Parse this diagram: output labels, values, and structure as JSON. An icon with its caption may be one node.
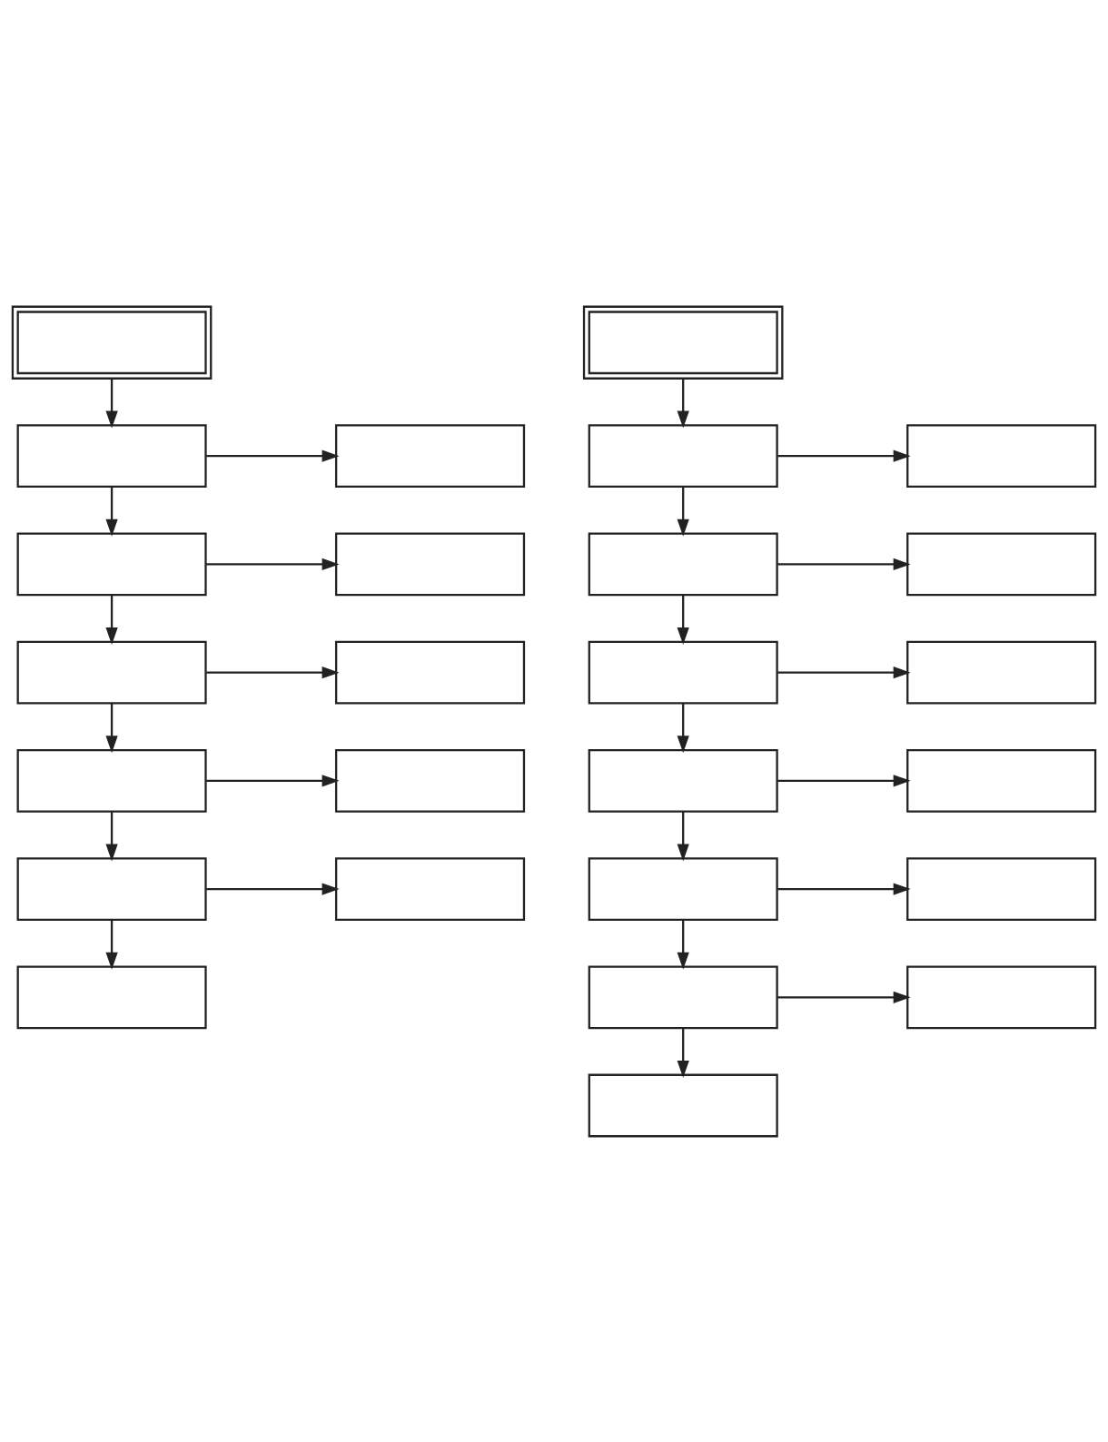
{
  "diagram": {
    "nodes": [
      {
        "text": [],
        "shape": "box"
      },
      {
        "text": [],
        "shape": "box"
      },
      {
        "text": [],
        "shape": "box"
      },
      {
        "text": [],
        "shape": "box"
      },
      {
        "text": [],
        "shape": "box"
      },
      {
        "text": [],
        "shape": "box"
      },
      {
        "text": [],
        "shape": "box"
      },
      {
        "text": [],
        "shape": "box"
      },
      {
        "text": [],
        "shape": "box"
      },
      {
        "text": [],
        "shape": "box"
      },
      {
        "text": [],
        "shape": "box"
      },
      {
        "text": [],
        "shape": "box"
      },
      {
        "text": [],
        "shape": "box"
      },
      {
        "text": [],
        "shape": "box"
      },
      {
        "text": [],
        "shape": "box"
      },
      {
        "text": [],
        "shape": "box"
      },
      {
        "text": [],
        "shape": "box"
      },
      {
        "text": [],
        "shape": "box"
      },
      {
        "text": [],
        "shape": "box"
      },
      {
        "text": [],
        "shape": "box"
      },
      {
        "text": [],
        "shape": "box"
      },
      {
        "text": [],
        "shape": "box"
      },
      {
        "text": [],
        "shape": "box"
      },
      {
        "text": [],
        "shape": "box"
      },
      {
        "text": [],
        "shape": "box"
      },
      {
        "text": [],
        "shape": "box"
      }
    ],
    "edges": [
      {
        "from": 0,
        "to": 1,
        "arrow": "to"
      },
      {
        "from": 1,
        "to": 2,
        "arrow": "to"
      },
      {
        "from": 1,
        "to": 3,
        "arrow": "to"
      },
      {
        "from": 3,
        "to": 4,
        "arrow": "to"
      },
      {
        "from": 3,
        "to": 5,
        "arrow": "to"
      },
      {
        "from": 5,
        "to": 6,
        "arrow": "to"
      },
      {
        "from": 5,
        "to": 7,
        "arrow": "to"
      },
      {
        "from": 7,
        "to": 8,
        "arrow": "to"
      },
      {
        "from": 7,
        "to": 9,
        "arrow": "to"
      },
      {
        "from": 9,
        "to": 10,
        "arrow": "to"
      },
      {
        "from": 9,
        "to": 11,
        "arrow": "to"
      },
      {
        "from": 12,
        "to": 13,
        "arrow": "to"
      },
      {
        "from": 13,
        "to": 14,
        "arrow": "to"
      },
      {
        "from": 13,
        "to": 15,
        "arrow": "to"
      },
      {
        "from": 15,
        "to": 16,
        "arrow": "to"
      },
      {
        "from": 15,
        "to": 17,
        "arrow": "to"
      },
      {
        "from": 17,
        "to": 18,
        "arrow": "to"
      },
      {
        "from": 17,
        "to": 19,
        "arrow": "to"
      },
      {
        "from": 19,
        "to": 20,
        "arrow": "to"
      },
      {
        "from": 19,
        "to": 21,
        "arrow": "to"
      },
      {
        "from": 21,
        "to": 22,
        "arrow": "to"
      },
      {
        "from": 21,
        "to": 23,
        "arrow": "to"
      },
      {
        "from": 23,
        "to": 24,
        "arrow": "to"
      },
      {
        "from": 23,
        "to": 25,
        "arrow": "to"
      }
    ]
  }
}
